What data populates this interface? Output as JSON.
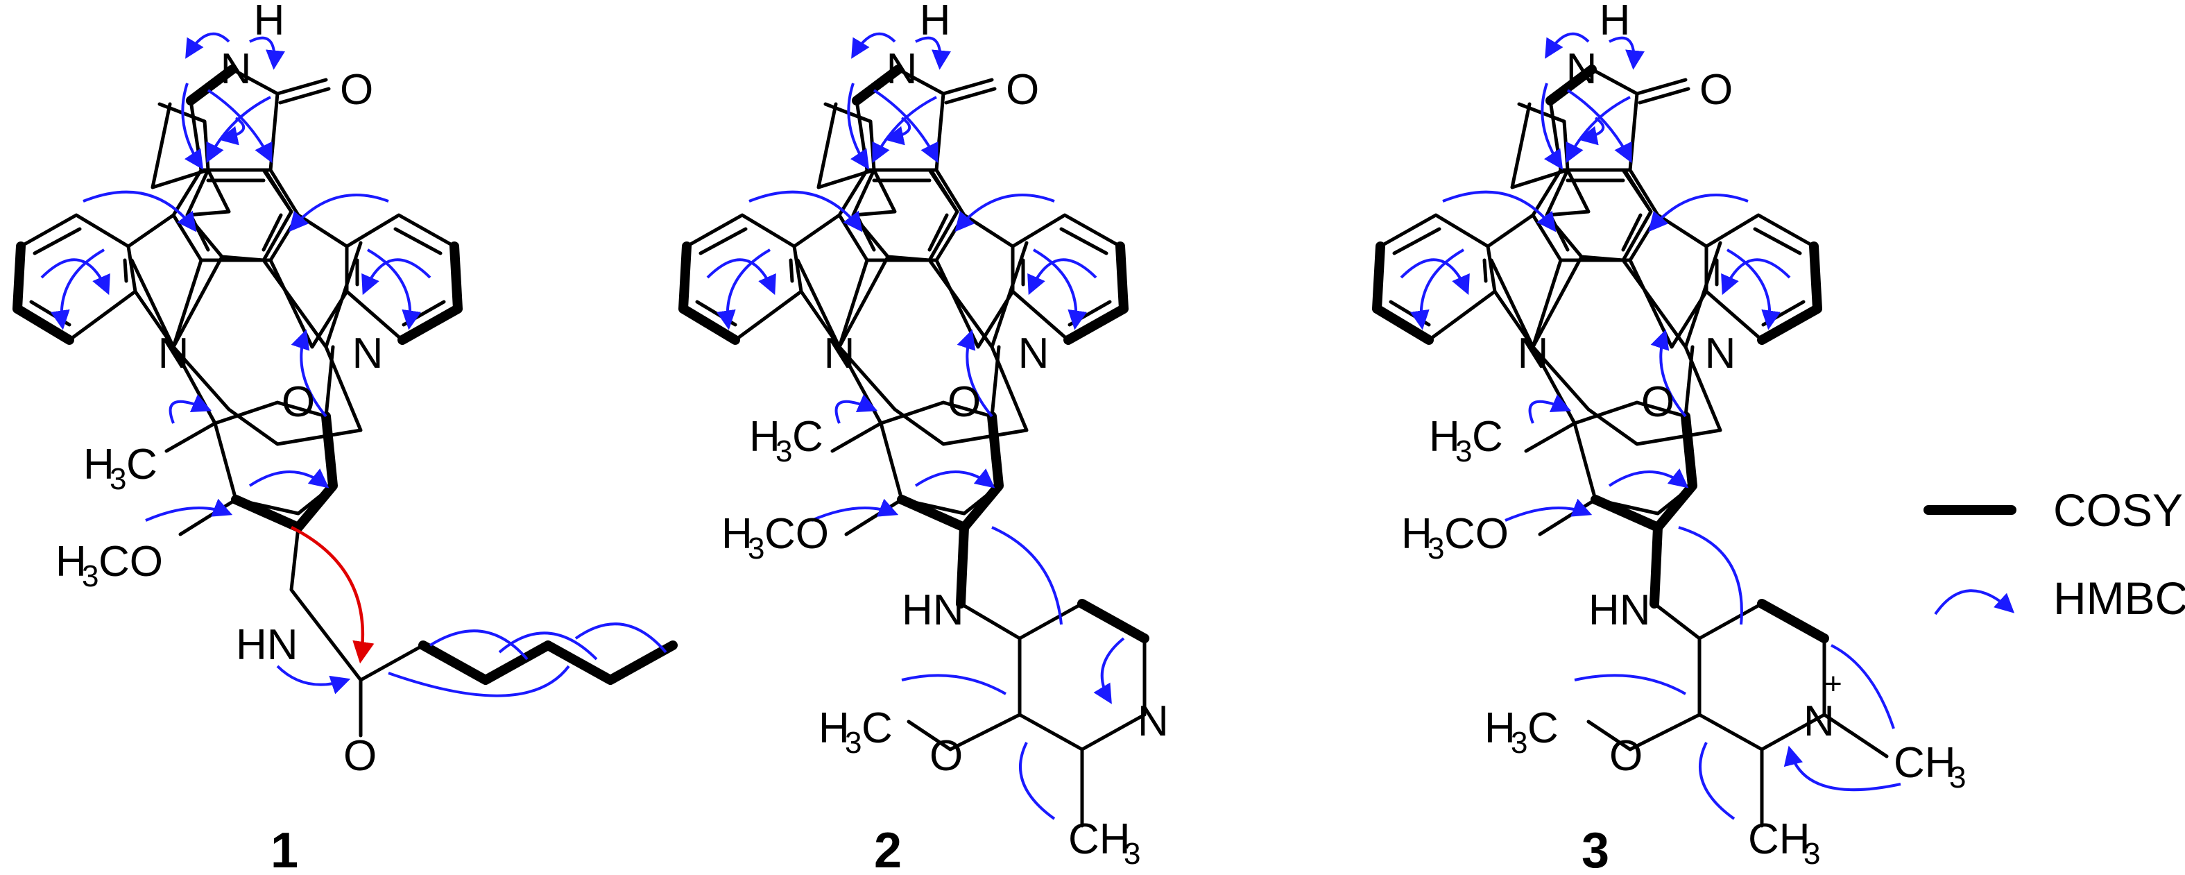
{
  "colors": {
    "hmbc": "#1a1aff",
    "hmbc_highlight": "#e00000",
    "cosy": "#000000",
    "bond": "#000000"
  },
  "compounds": [
    {
      "id": "1"
    },
    {
      "id": "2"
    },
    {
      "id": "3"
    }
  ],
  "atom_labels": {
    "h": "H",
    "n": "N",
    "o": "O",
    "nh": "HN",
    "charge": "+",
    "c": "C",
    "h3": "H",
    "sub3": "3",
    "co": "CO",
    "ch": "CH"
  },
  "legend": {
    "cosy_label": "COSY",
    "hmbc_label": "HMBC"
  }
}
